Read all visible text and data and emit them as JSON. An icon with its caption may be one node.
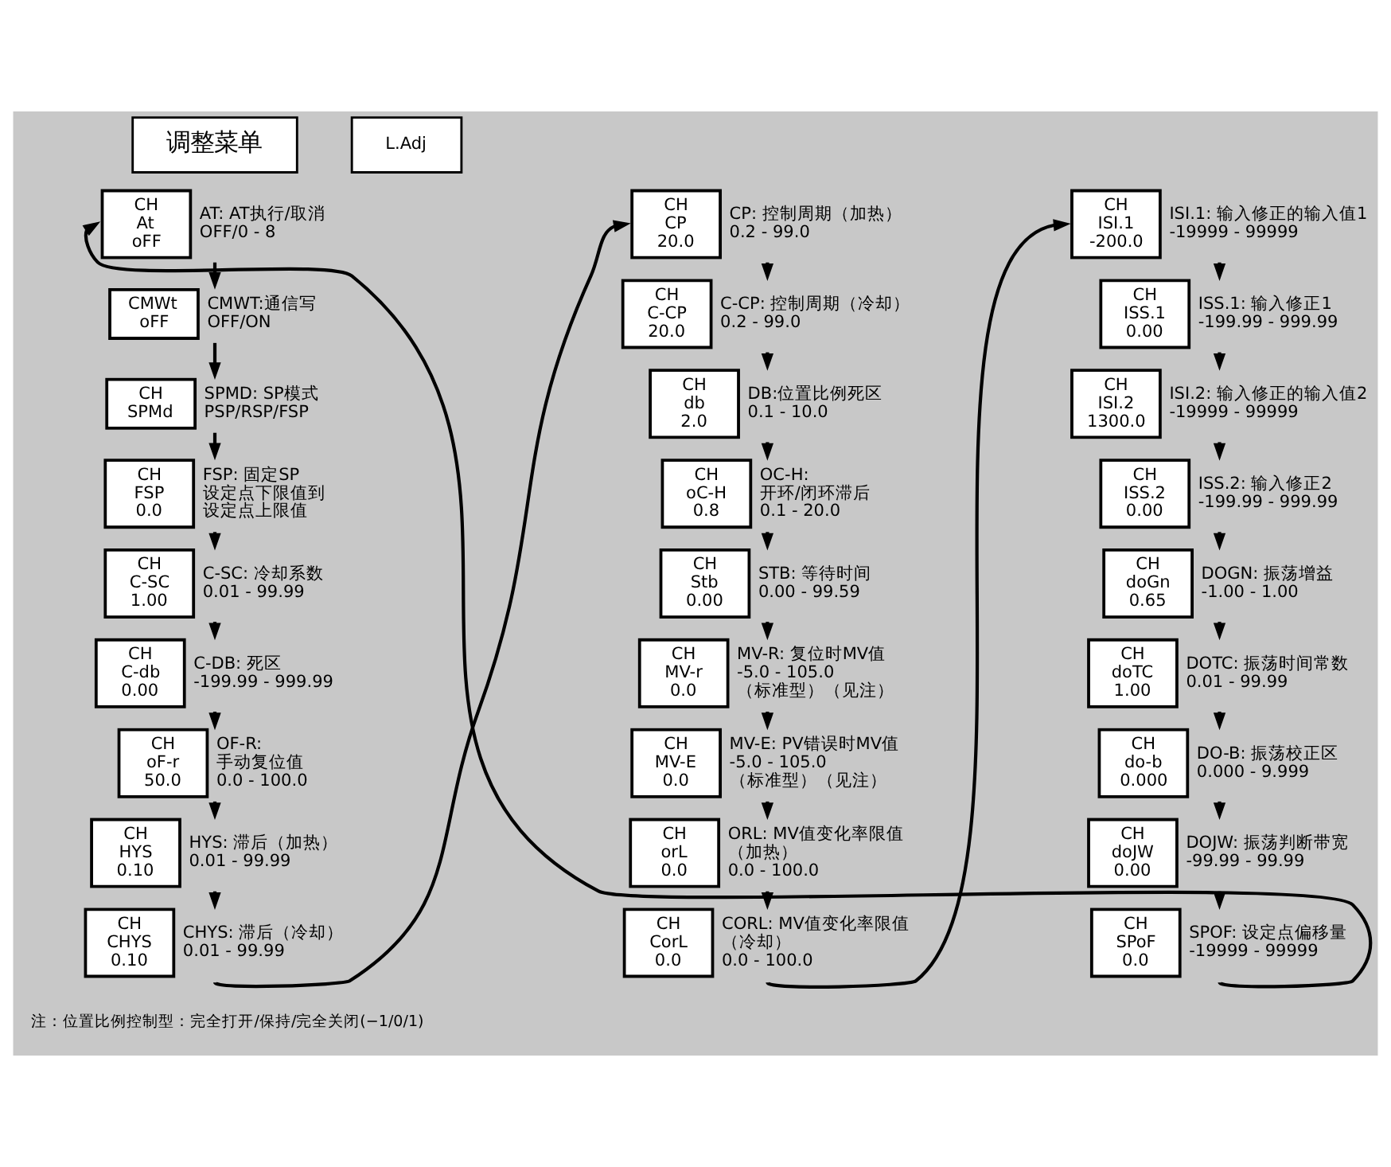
{
  "diagram": {
    "nodes": [
      {
        "text": [
          "调整菜单"
        ]
      },
      {
        "text": [
          "L.Adj"
        ]
      },
      {
        "text": [
          "CH",
          "At",
          "oFF"
        ],
        "beside": [
          "AT: AT执行/取消",
          "OFF/0 - 8"
        ]
      },
      {
        "text": [
          "CMWt",
          "oFF"
        ],
        "beside": [
          "CMWT:通信写",
          "OFF/ON"
        ]
      },
      {
        "text": [
          "CH",
          "SPMd"
        ],
        "beside": [
          "SPMD: SP模式",
          "PSP/RSP/FSP"
        ]
      },
      {
        "text": [
          "CH",
          "FSP",
          "0.0"
        ],
        "beside": [
          "FSP: 固定SP",
          "设定点下限值到",
          "设定点上限值"
        ]
      },
      {
        "text": [
          "CH",
          "C-SC",
          "1.00"
        ],
        "beside": [
          "C-SC: 冷却系数",
          "0.01 - 99.99"
        ]
      },
      {
        "text": [
          "CH",
          "C-db",
          "0.00"
        ],
        "beside": [
          "C-DB: 死区",
          "-199.99 - 999.99"
        ]
      },
      {
        "text": [
          "CH",
          "oF-r",
          "50.0"
        ],
        "beside": [
          "OF-R:",
          "手动复位值",
          "0.0 - 100.0"
        ]
      },
      {
        "text": [
          "CH",
          "HYS",
          "0.10"
        ],
        "beside": [
          "HYS: 滞后（加热）",
          "0.01 - 99.99"
        ]
      },
      {
        "text": [
          "CH",
          "CHYS",
          "0.10"
        ],
        "beside": [
          "CHYS: 滞后（冷却）",
          "0.01 - 99.99"
        ]
      },
      {
        "text": [
          "CH",
          "CP",
          "20.0"
        ],
        "beside": [
          "CP: 控制周期（加热）",
          "0.2 - 99.0"
        ]
      },
      {
        "text": [
          "CH",
          "C-CP",
          "20.0"
        ],
        "beside": [
          "C-CP: 控制周期（冷却）",
          "0.2 - 99.0"
        ]
      },
      {
        "text": [
          "CH",
          "db",
          "2.0"
        ],
        "beside": [
          "DB:位置比例死区",
          "0.1 - 10.0"
        ]
      },
      {
        "text": [
          "CH",
          "oC-H",
          "0.8"
        ],
        "beside": [
          "OC-H:",
          "开环/闭环滞后",
          "0.1 - 20.0"
        ]
      },
      {
        "text": [
          "CH",
          "Stb",
          "0.00"
        ],
        "beside": [
          "STB: 等待时间",
          "0.00 - 99.59"
        ]
      },
      {
        "text": [
          "CH",
          "MV-r",
          "0.0"
        ],
        "beside": [
          "MV-R: 复位时MV值",
          "-5.0 - 105.0",
          "（标准型）（见注）"
        ]
      },
      {
        "text": [
          "CH",
          "MV-E",
          "0.0"
        ],
        "beside": [
          "MV-E: PV错误时MV值",
          "-5.0 - 105.0",
          "（标准型）（见注）"
        ]
      },
      {
        "text": [
          "CH",
          "orL",
          "0.0"
        ],
        "beside": [
          "ORL: MV值变化率限值",
          "（加热）",
          "0.0 - 100.0"
        ]
      },
      {
        "text": [
          "CH",
          "CorL",
          "0.0"
        ],
        "beside": [
          "CORL: MV值变化率限值",
          "（冷却）",
          "0.0 - 100.0"
        ]
      },
      {
        "text": [
          "CH",
          "ISI.1",
          "-200.0"
        ],
        "beside": [
          "ISI.1: 输入修正的输入值1",
          "-19999 - 99999"
        ]
      },
      {
        "text": [
          "CH",
          "ISS.1",
          "0.00"
        ],
        "beside": [
          "ISS.1: 输入修正1",
          "-199.99 - 999.99"
        ]
      },
      {
        "text": [
          "CH",
          "ISI.2",
          "1300.0"
        ],
        "beside": [
          "ISI.2: 输入修正的输入值2",
          "-19999 - 99999"
        ]
      },
      {
        "text": [
          "CH",
          "ISS.2",
          "0.00"
        ],
        "beside": [
          "ISS.2: 输入修正2",
          "-199.99 - 999.99"
        ]
      },
      {
        "text": [
          "CH",
          "doGn",
          "0.65"
        ],
        "beside": [
          "DOGN: 振荡增益",
          "-1.00 - 1.00"
        ]
      },
      {
        "text": [
          "CH",
          "doTC",
          "1.00"
        ],
        "beside": [
          "DOTC: 振荡时间常数",
          "0.01 - 99.99"
        ]
      },
      {
        "text": [
          "CH",
          "do-b",
          "0.000"
        ],
        "beside": [
          "DO-B: 振荡校正区",
          "0.000 - 9.999"
        ]
      },
      {
        "text": [
          "CH",
          "doJW",
          "0.00"
        ],
        "beside": [
          "DOJW: 振荡判断带宽",
          "-99.99 - 99.99"
        ]
      },
      {
        "text": [
          "CH",
          "SPoF",
          "0.0"
        ],
        "beside": [
          "SPOF: 设定点偏移量",
          "-19999 - 99999"
        ]
      }
    ],
    "edges": [
      {
        "from": 2,
        "to": 3,
        "arrow": "to"
      },
      {
        "from": 3,
        "to": 4,
        "arrow": "to"
      },
      {
        "from": 4,
        "to": 5,
        "arrow": "to"
      },
      {
        "from": 5,
        "to": 6,
        "arrow": "to"
      },
      {
        "from": 6,
        "to": 7,
        "arrow": "to"
      },
      {
        "from": 7,
        "to": 8,
        "arrow": "to"
      },
      {
        "from": 8,
        "to": 9,
        "arrow": "to"
      },
      {
        "from": 9,
        "to": 10,
        "arrow": "to"
      },
      {
        "from": 10,
        "to": 11,
        "arrow": "to"
      },
      {
        "from": 11,
        "to": 12,
        "arrow": "to"
      },
      {
        "from": 12,
        "to": 13,
        "arrow": "to"
      },
      {
        "from": 13,
        "to": 14,
        "arrow": "to"
      },
      {
        "from": 14,
        "to": 15,
        "arrow": "to"
      },
      {
        "from": 15,
        "to": 16,
        "arrow": "to"
      },
      {
        "from": 16,
        "to": 17,
        "arrow": "to"
      },
      {
        "from": 17,
        "to": 18,
        "arrow": "to"
      },
      {
        "from": 18,
        "to": 19,
        "arrow": "to"
      },
      {
        "from": 19,
        "to": 20,
        "arrow": "to"
      },
      {
        "from": 20,
        "to": 21,
        "arrow": "to"
      },
      {
        "from": 21,
        "to": 22,
        "arrow": "to"
      },
      {
        "from": 22,
        "to": 23,
        "arrow": "to"
      },
      {
        "from": 23,
        "to": 24,
        "arrow": "to"
      },
      {
        "from": 24,
        "to": 25,
        "arrow": "to"
      },
      {
        "from": 25,
        "to": 26,
        "arrow": "to"
      },
      {
        "from": 26,
        "to": 27,
        "arrow": "to"
      },
      {
        "from": 27,
        "to": 28,
        "arrow": "to"
      },
      {
        "from": 28,
        "to": 2,
        "arrow": "to"
      }
    ],
    "labels": [
      "注：位置比例控制型：完全打开/保持/完全关闭(−1/0/1)"
    ]
  }
}
